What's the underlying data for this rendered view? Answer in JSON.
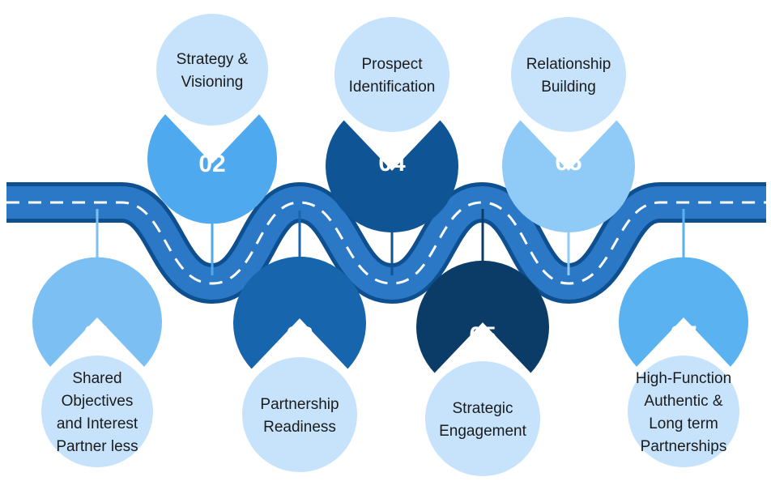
{
  "colors": {
    "road_edge": "#0d4f8f",
    "road_fill": "#2b78c6",
    "road_lane": "#ffffff",
    "pin_inner": "#c6e3fb",
    "stem_light": "#90c8f4"
  },
  "milestones": [
    {
      "number": "01",
      "lines": [
        "Shared",
        "Objectives",
        "and Interest",
        "Partner less"
      ],
      "color": "#7cc0f3"
    },
    {
      "number": "02",
      "lines": [
        "Strategy &",
        "Visioning"
      ],
      "color": "#4fa9ee"
    },
    {
      "number": "03",
      "lines": [
        "Partnership",
        "Readiness"
      ],
      "color": "#1766ad"
    },
    {
      "number": "04",
      "lines": [
        "Prospect",
        "Identification"
      ],
      "color": "#0f5596"
    },
    {
      "number": "05",
      "lines": [
        "Strategic",
        "Engagement"
      ],
      "color": "#0b3c68"
    },
    {
      "number": "06",
      "lines": [
        "Relationship",
        "Building"
      ],
      "color": "#8fcbf6"
    },
    {
      "number": "07",
      "lines": [
        "High-Function",
        "Authentic &",
        "Long term",
        "Partnerships"
      ],
      "color": "#5ab2f0"
    }
  ]
}
